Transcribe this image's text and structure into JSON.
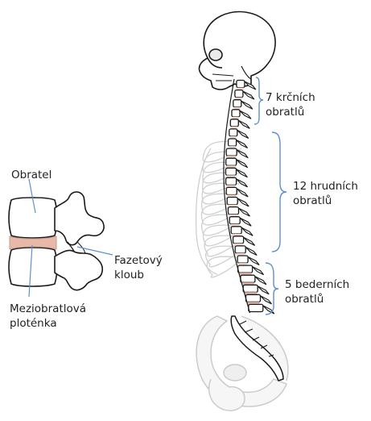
{
  "labels": {
    "obratel": "Obratel",
    "fazetovy_1": "Fazetový",
    "fazetovy_2": "kloub",
    "meziobratlova_1": "Meziobratlová",
    "meziobratlova_2": "ploténka",
    "krcnich_1": "7 krčních",
    "krcnich_2": "obratlů",
    "hrudnich_1": "12 hrudních",
    "hrudnich_2": "obratlů",
    "bedernich_1": "5 bederních",
    "bedernich_2": "obratlů"
  },
  "colors": {
    "outline": "#1a1a1a",
    "ghost_bone": "#d6d6d6",
    "disc": "#e8b9a8",
    "bracket": "#5b8fd0",
    "vertebra_fill": "#f1f1f1"
  },
  "spine": {
    "cervical_count": 7,
    "thoracic_count": 12,
    "lumbar_count": 5
  }
}
